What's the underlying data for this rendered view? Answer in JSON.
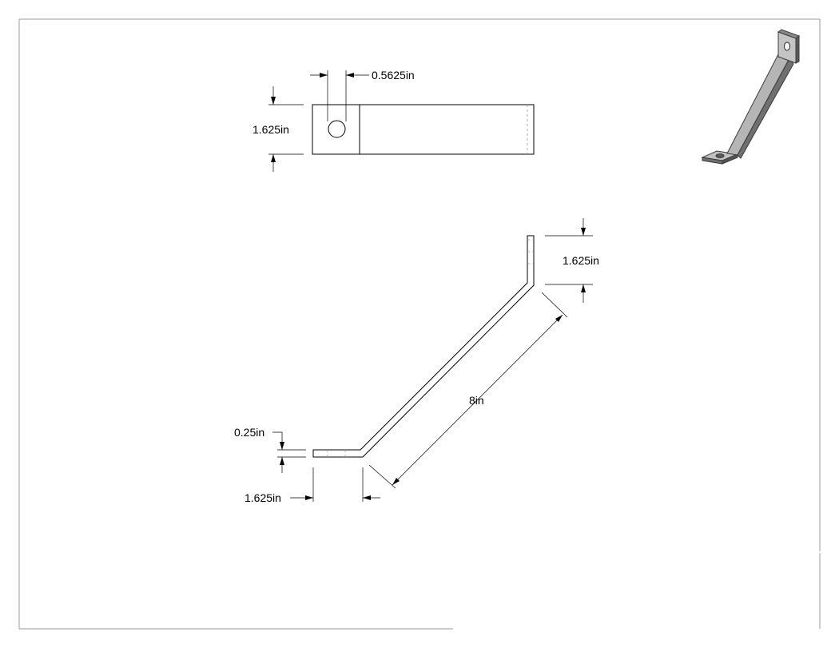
{
  "colors": {
    "line": "#000000",
    "border": "#999999",
    "iso_face": "#bdbdbd",
    "iso_side": "#6e6e6e",
    "iso_dark": "#3a3a3a"
  },
  "dimensions": {
    "hole_offset": "0.5625in",
    "top_width": "1.625in",
    "upper_flange": "1.625in",
    "diagonal_length": "8in",
    "thickness": "0.25in",
    "lower_flange": "1.625in"
  }
}
